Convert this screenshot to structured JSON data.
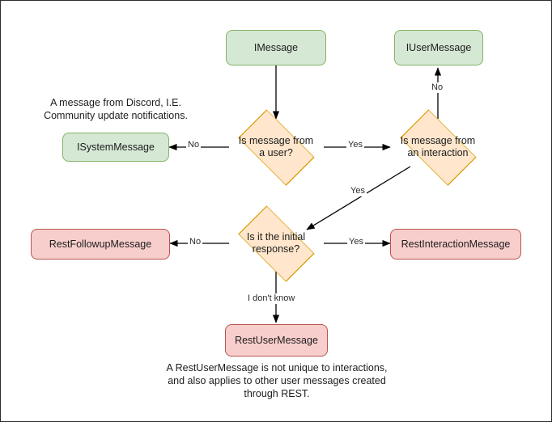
{
  "diagram": {
    "title": "Discord message type decision flowchart",
    "background": "#ffffff",
    "frame_color": "#2b2b2b",
    "palette": {
      "green_fill": "#d5e8d4",
      "green_stroke": "#82b366",
      "orange_fill": "#ffe6cc",
      "orange_stroke": "#d79b00",
      "pink_fill": "#f8cecc",
      "pink_stroke": "#b85450",
      "edge_stroke": "#000000",
      "text": "#1d1d1d"
    }
  },
  "nodes": {
    "imessage": {
      "label": "IMessage",
      "shape": "rounded-rect",
      "color": "green"
    },
    "iusermessage": {
      "label": "IUserMessage",
      "shape": "rounded-rect",
      "color": "green"
    },
    "isystemmessage": {
      "label": "ISystemMessage",
      "shape": "rounded-rect",
      "color": "green"
    },
    "q_from_user": {
      "label_line1": "Is message from",
      "label_line2": "a user?",
      "shape": "diamond",
      "color": "orange"
    },
    "q_from_interaction": {
      "label_line1": "Is message from",
      "label_line2": "an interaction",
      "shape": "diamond",
      "color": "orange"
    },
    "q_initial_response": {
      "label_line1": "Is it the initial",
      "label_line2": "response?",
      "shape": "diamond",
      "color": "orange"
    },
    "restfollowupmessage": {
      "label": "RestFollowupMessage",
      "shape": "rounded-rect",
      "color": "pink"
    },
    "restinteractionmessage": {
      "label": "RestInteractionMessage",
      "shape": "rounded-rect",
      "color": "pink"
    },
    "restusermessage": {
      "label": "RestUserMessage",
      "shape": "rounded-rect",
      "color": "pink"
    }
  },
  "edge_labels": {
    "user_no": "No",
    "user_yes": "Yes",
    "interaction_no": "No",
    "interaction_yes": "Yes",
    "initial_no": "No",
    "initial_yes": "Yes",
    "initial_unknown": "I don't know"
  },
  "notes": {
    "system_message": {
      "line1": "A message from Discord, I.E.",
      "line2": "Community update notifications."
    },
    "rest_user_message": {
      "line1": "A RestUserMessage is not unique to interactions,",
      "line2": "and also applies to other user messages created",
      "line3": "through REST."
    }
  }
}
